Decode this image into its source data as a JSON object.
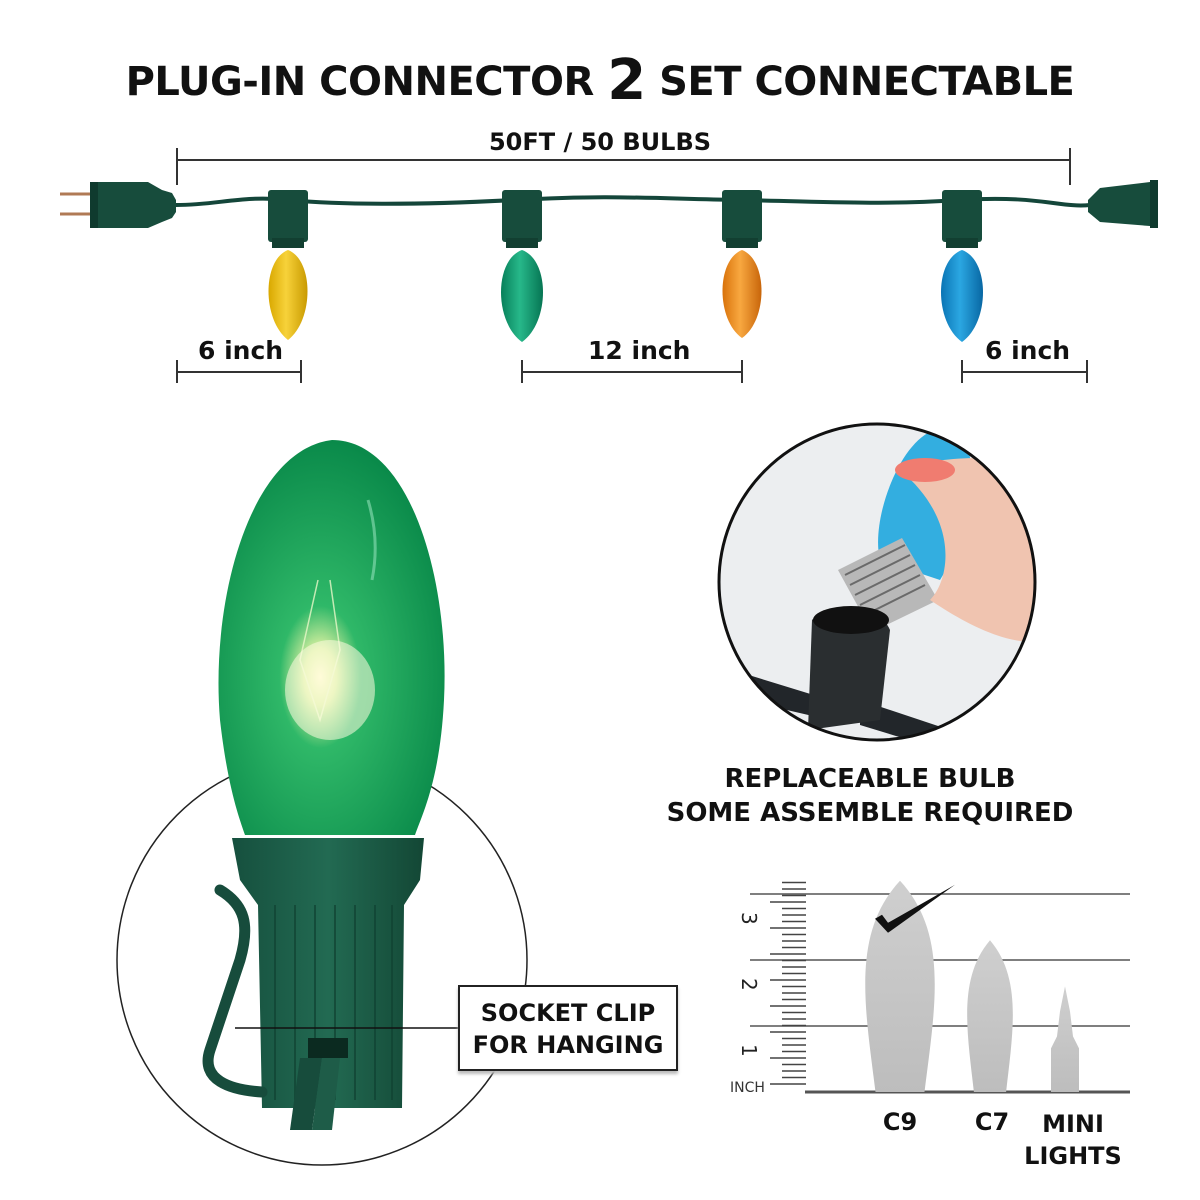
{
  "header": {
    "title_prefix": "PLUG-IN CONNECTOR",
    "title_number": "2",
    "title_suffix": "SET CONNECTABLE",
    "length_label": "50FT / 50 BULBS"
  },
  "string_diagram": {
    "bulb_colors": [
      "#f2c200",
      "#0fa070",
      "#ef8a0e",
      "#1390d0"
    ],
    "wire_color": "#14463a",
    "spacing_labels": [
      "6 inch",
      "12 inch",
      "6 inch"
    ]
  },
  "closeup": {
    "bulb_color": "#0f9a55",
    "socket_color": "#1c5a45",
    "callout_line1": "SOCKET CLIP",
    "callout_line2": "FOR HANGING"
  },
  "inset": {
    "caption_line1": "REPLACEABLE BULB",
    "caption_line2": "SOME ASSEMBLE REQUIRED"
  },
  "size_comparison": {
    "ruler_unit": "INCH",
    "ruler_ticks": [
      "1",
      "2",
      "3"
    ],
    "bulbs": [
      {
        "label": "C9",
        "height_in": 3.2,
        "selected": true
      },
      {
        "label": "C7",
        "height_in": 2.3,
        "selected": false
      },
      {
        "label_line1": "MINI",
        "label_line2": "LIGHTS",
        "height_in": 1.6,
        "selected": false
      }
    ]
  }
}
